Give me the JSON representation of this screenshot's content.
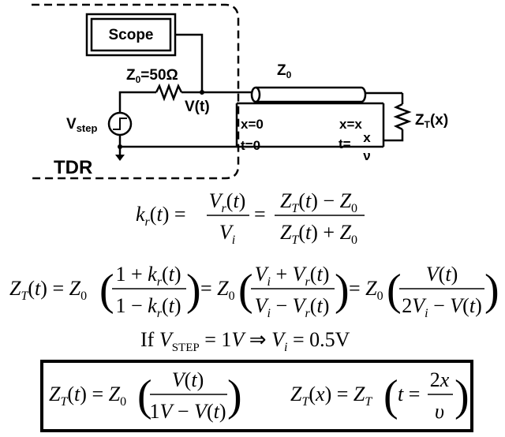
{
  "circuit": {
    "scope_label": "Scope",
    "source_resistor_label": "Z0=50Ω",
    "source_resistor_parts": {
      "z": "Z",
      "sub": "0",
      "value": "=50Ω"
    },
    "node_voltage_label": "V(t)",
    "line_label": {
      "z": "Z",
      "sub": "0"
    },
    "source_label": {
      "v": "V",
      "sub": "step"
    },
    "load_label": {
      "z": "Z",
      "sub": "T",
      "rest": "(x)"
    },
    "start_position": "x=0",
    "start_time": "t=0",
    "end_position": "x=x",
    "end_time_prefix": "t=",
    "end_time_num": "x",
    "end_time_den": "ν",
    "tdr_label": "TDR"
  },
  "equations": {
    "kr_equation": "k_r(t) = V_r(t)/V_i = (Z_T(t) − Z_0)/(Z_T(t) + Z_0)",
    "zt_equation": "Z_T(t) = Z_0((1 + k_r(t))/(1 − k_r(t))) = Z_0((V_i + V_r(t))/(V_i − V_r(t))) = Z_0(V(t)/(2V_i − V(t)))",
    "condition": "If V_STEP = 1V ⇒ V_i = 0.5V",
    "boxed_zt_t": "Z_T(t) = Z_0(V(t)/(1V − V(t)))",
    "boxed_zt_x": "Z_T(x) = Z_T(t = 2x/υ)"
  }
}
